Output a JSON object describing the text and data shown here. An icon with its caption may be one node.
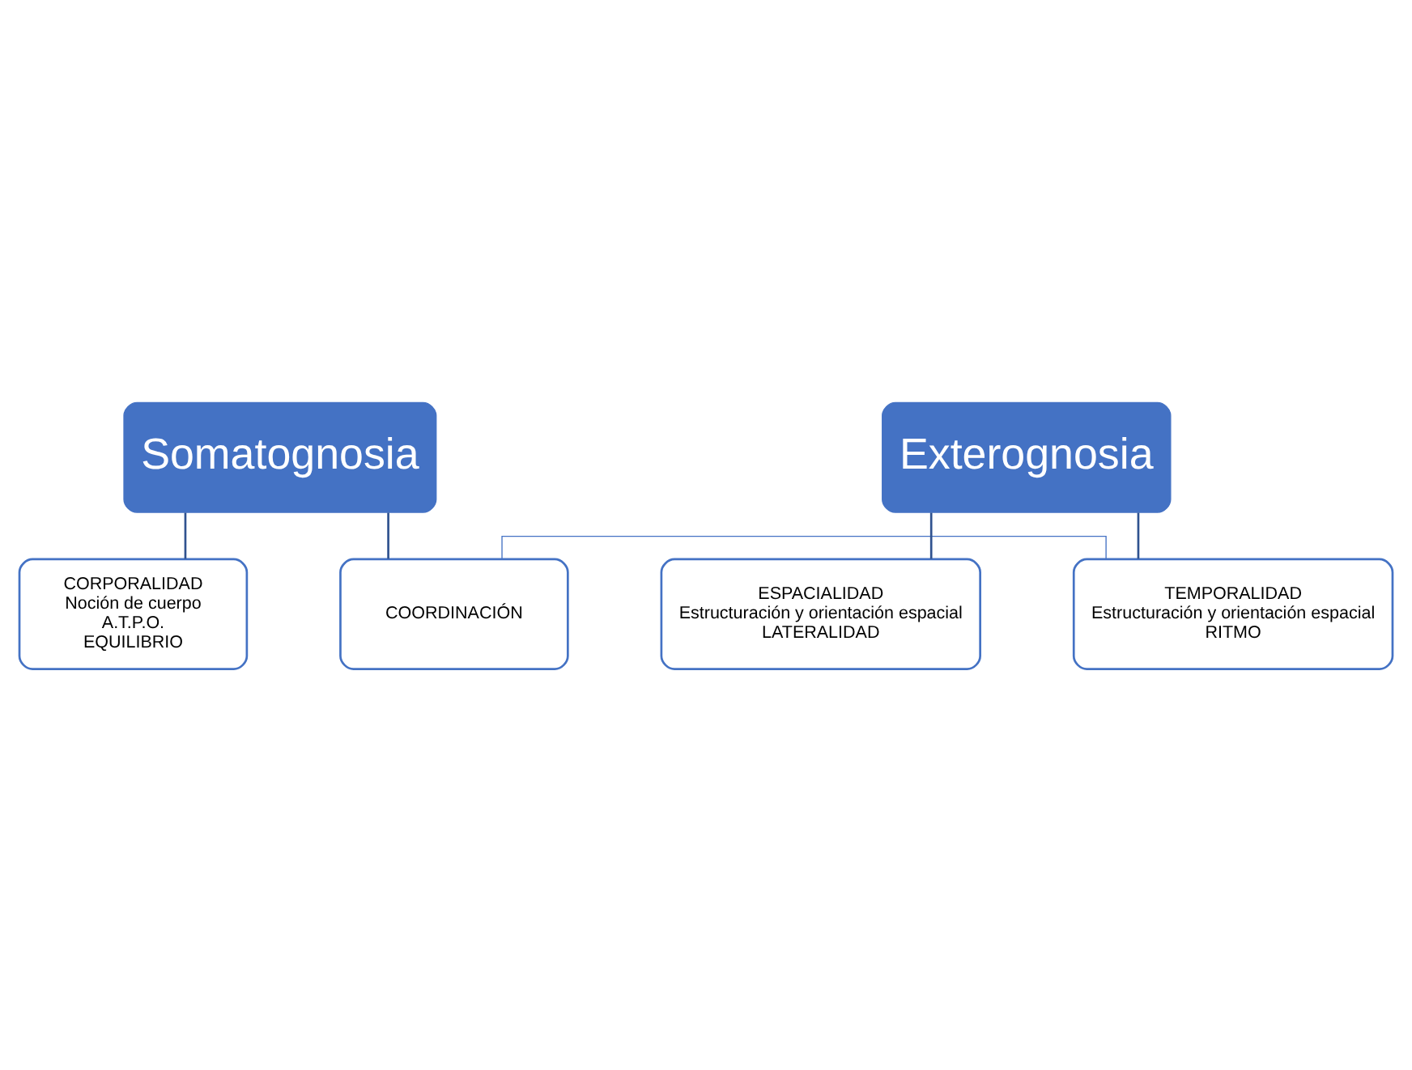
{
  "diagram": {
    "nodes": [
      {
        "text": [
          "Somatognosia"
        ]
      },
      {
        "text": [
          "CORPORALIDAD",
          "Noción de cuerpo",
          "A.T.P.O.",
          "EQUILIBRIO"
        ]
      },
      {
        "text": [
          "COORDINACIÓN"
        ]
      },
      {
        "text": [
          "Exterognosia"
        ]
      },
      {
        "text": [
          "ESPACIALIDAD",
          "Estructuración y orientación espacial",
          "LATERALIDAD"
        ]
      },
      {
        "text": [
          "TEMPORALIDAD",
          "Estructuración y orientación espacial",
          "RITMO"
        ]
      }
    ],
    "edges": [
      {
        "from": 0,
        "to": 1,
        "arrow": "none"
      },
      {
        "from": 0,
        "to": 2,
        "arrow": "none"
      },
      {
        "from": 3,
        "to": 4,
        "arrow": "none"
      },
      {
        "from": 3,
        "to": 5,
        "arrow": "none"
      },
      {
        "from": 2,
        "to": 5,
        "arrow": "none",
        "color": "#4472c4"
      }
    ]
  }
}
